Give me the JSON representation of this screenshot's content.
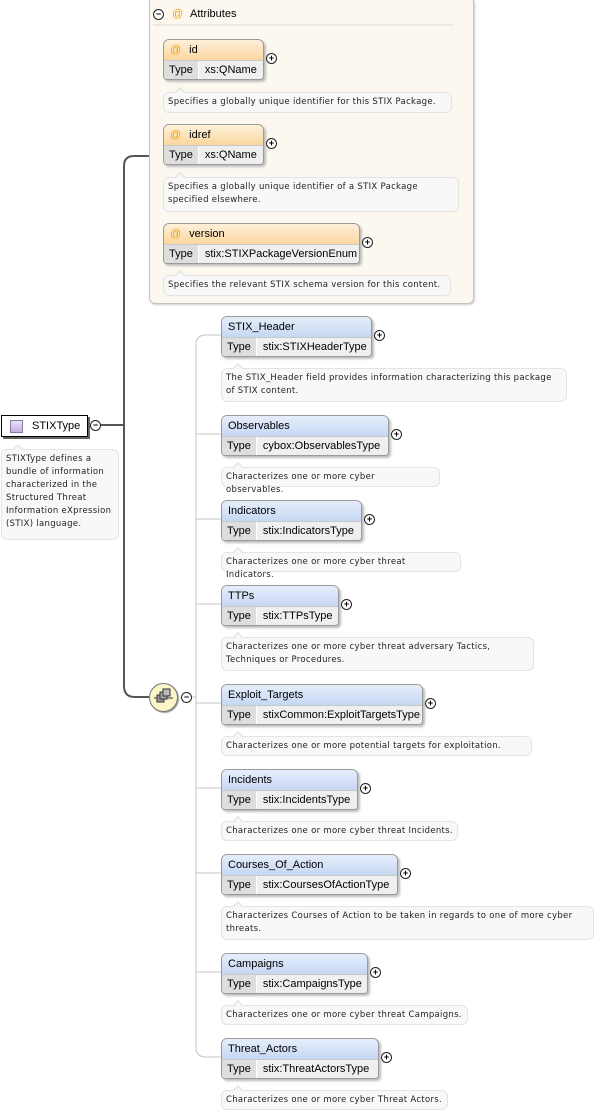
{
  "root": {
    "name": "STIXType",
    "doc": "STIXType defines a bundle of information characterized in the Structured Threat Information eXpression (STIX) language."
  },
  "attributes": {
    "title": "Attributes",
    "items": [
      {
        "name": "id",
        "type_label": "Type",
        "type": "xs:QName",
        "doc": "Specifies a globally unique identifier for this STIX Package."
      },
      {
        "name": "idref",
        "type_label": "Type",
        "type": "xs:QName",
        "doc": "Specifies a globally unique identifier of a STIX Package specified elsewhere."
      },
      {
        "name": "version",
        "type_label": "Type",
        "type": "stix:STIXPackageVersionEnum",
        "doc": "Specifies the relevant STIX schema version for this content."
      }
    ]
  },
  "elements": [
    {
      "name": "STIX_Header",
      "type_label": "Type",
      "type": "stix:STIXHeaderType",
      "doc": "The STIX_Header field provides information characterizing this package of STIX content."
    },
    {
      "name": "Observables",
      "type_label": "Type",
      "type": "cybox:ObservablesType",
      "doc": "Characterizes one or more cyber observables."
    },
    {
      "name": "Indicators",
      "type_label": "Type",
      "type": "stix:IndicatorsType",
      "doc": "Characterizes one or more cyber threat Indicators."
    },
    {
      "name": "TTPs",
      "type_label": "Type",
      "type": "stix:TTPsType",
      "doc": "Characterizes one or more cyber threat adversary Tactics, Techniques or Procedures."
    },
    {
      "name": "Exploit_Targets",
      "type_label": "Type",
      "type": "stixCommon:ExploitTargetsType",
      "doc": "Characterizes one or more potential targets for exploitation."
    },
    {
      "name": "Incidents",
      "type_label": "Type",
      "type": "stix:IncidentsType",
      "doc": "Characterizes one or more cyber threat Incidents."
    },
    {
      "name": "Courses_Of_Action",
      "type_label": "Type",
      "type": "stix:CoursesOfActionType",
      "doc": "Characterizes Courses of Action to be taken in regards to one of more cyber threats."
    },
    {
      "name": "Campaigns",
      "type_label": "Type",
      "type": "stix:CampaignsType",
      "doc": "Characterizes one or more cyber threat Campaigns."
    },
    {
      "name": "Threat_Actors",
      "type_label": "Type",
      "type": "stix:ThreatActorsType",
      "doc": "Characterizes one or more cyber Threat Actors."
    }
  ]
}
